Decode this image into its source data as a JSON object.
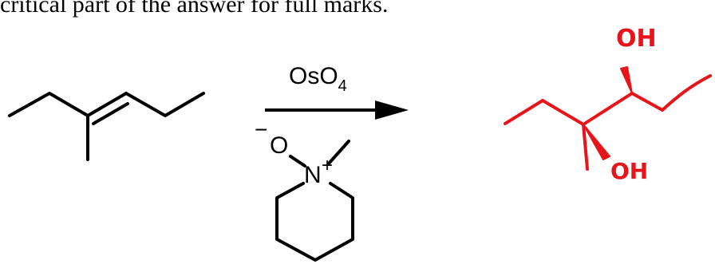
{
  "header": {
    "text": "critical part of the answer for full marks."
  },
  "reagents": {
    "oxidant_main": "OsO",
    "oxidant_subscript": "4",
    "oxide_atom": "O",
    "oxide_charge": "−",
    "nitrogen_atom": "N",
    "nitrogen_charge": "+"
  },
  "product": {
    "oh_top": "OH",
    "oh_bottom": "OH"
  },
  "colors": {
    "ink": "#000000",
    "student_ink": "#e8141a"
  }
}
